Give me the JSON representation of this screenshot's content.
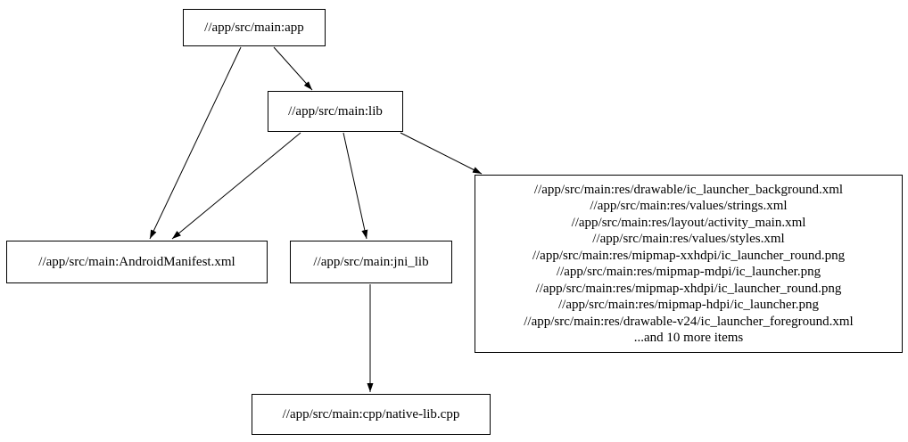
{
  "diagram": {
    "type": "dependency-graph",
    "background_color": "#ffffff",
    "node_fill": "#ffffff",
    "node_border_color": "#000000",
    "edge_color": "#000000",
    "nodes": {
      "app": {
        "label": "//app/src/main:app"
      },
      "lib": {
        "label": "//app/src/main:lib"
      },
      "android_manifest": {
        "label": "//app/src/main:AndroidManifest.xml"
      },
      "jni_lib": {
        "label": "//app/src/main:jni_lib"
      },
      "res_group": {
        "lines": [
          "//app/src/main:res/drawable/ic_launcher_background.xml",
          "//app/src/main:res/values/strings.xml",
          "//app/src/main:res/layout/activity_main.xml",
          "//app/src/main:res/values/styles.xml",
          "//app/src/main:res/mipmap-xxhdpi/ic_launcher_round.png",
          "//app/src/main:res/mipmap-mdpi/ic_launcher.png",
          "//app/src/main:res/mipmap-xhdpi/ic_launcher_round.png",
          "//app/src/main:res/mipmap-hdpi/ic_launcher.png",
          "//app/src/main:res/drawable-v24/ic_launcher_foreground.xml",
          "...and 10 more items"
        ]
      },
      "native_lib_cpp": {
        "label": "//app/src/main:cpp/native-lib.cpp"
      }
    },
    "edges": [
      {
        "from": "//app/src/main:app",
        "to": "//app/src/main:lib"
      },
      {
        "from": "//app/src/main:app",
        "to": "//app/src/main:AndroidManifest.xml"
      },
      {
        "from": "//app/src/main:lib",
        "to": "//app/src/main:AndroidManifest.xml"
      },
      {
        "from": "//app/src/main:lib",
        "to": "//app/src/main:jni_lib"
      },
      {
        "from": "//app/src/main:lib",
        "to": "res_group"
      },
      {
        "from": "//app/src/main:jni_lib",
        "to": "//app/src/main:cpp/native-lib.cpp"
      }
    ]
  }
}
